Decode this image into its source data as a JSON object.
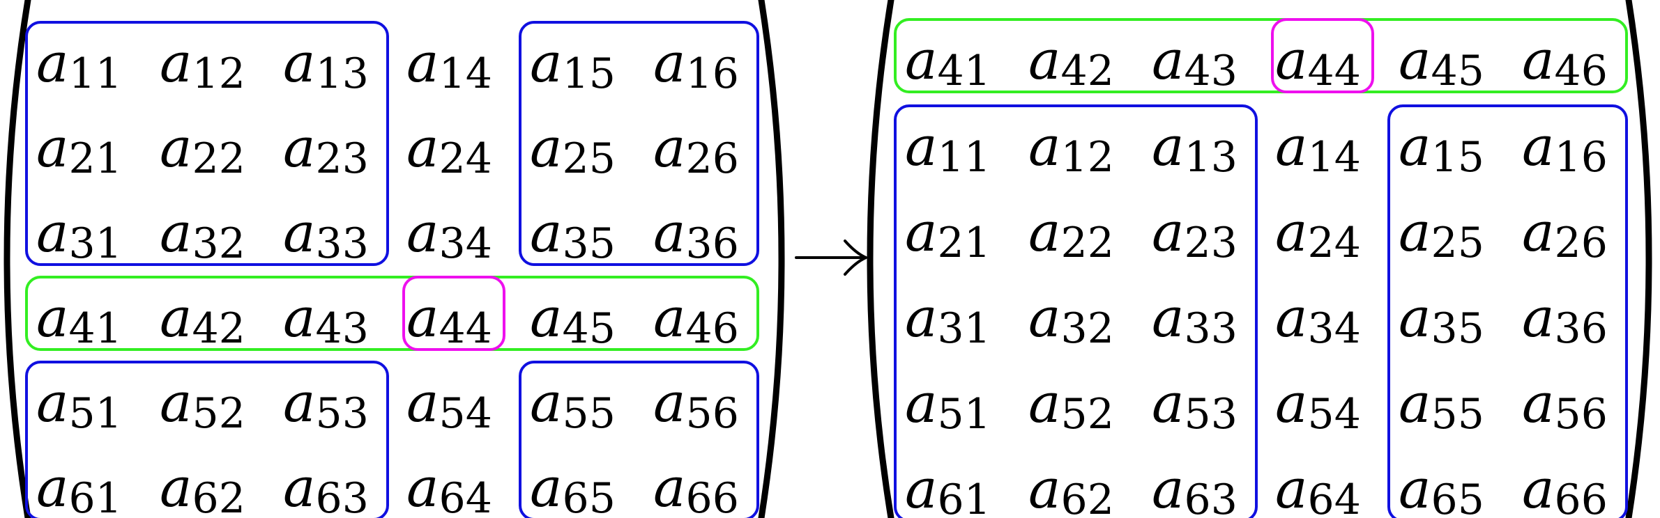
{
  "symbol": "a",
  "arrow": "→",
  "left_matrix": {
    "rows": [
      [
        "11",
        "12",
        "13",
        "14",
        "15",
        "16"
      ],
      [
        "21",
        "22",
        "23",
        "24",
        "25",
        "26"
      ],
      [
        "31",
        "32",
        "33",
        "34",
        "35",
        "36"
      ],
      [
        "41",
        "42",
        "43",
        "44",
        "45",
        "46"
      ],
      [
        "51",
        "52",
        "53",
        "54",
        "55",
        "56"
      ],
      [
        "61",
        "62",
        "63",
        "64",
        "65",
        "66"
      ]
    ],
    "highlights": [
      {
        "color": "blue",
        "rows": [
          0,
          2
        ],
        "cols": [
          0,
          2
        ]
      },
      {
        "color": "blue",
        "rows": [
          0,
          2
        ],
        "cols": [
          4,
          5
        ]
      },
      {
        "color": "green",
        "rows": [
          3,
          3
        ],
        "cols": [
          0,
          5
        ]
      },
      {
        "color": "magenta",
        "rows": [
          3,
          3
        ],
        "cols": [
          3,
          3
        ]
      },
      {
        "color": "blue",
        "rows": [
          4,
          5
        ],
        "cols": [
          0,
          2
        ]
      },
      {
        "color": "blue",
        "rows": [
          4,
          5
        ],
        "cols": [
          4,
          5
        ]
      }
    ]
  },
  "right_matrix": {
    "rows": [
      [
        "41",
        "42",
        "43",
        "44",
        "45",
        "46"
      ],
      [
        "11",
        "12",
        "13",
        "14",
        "15",
        "16"
      ],
      [
        "21",
        "22",
        "23",
        "24",
        "25",
        "26"
      ],
      [
        "31",
        "32",
        "33",
        "34",
        "35",
        "36"
      ],
      [
        "51",
        "52",
        "53",
        "54",
        "55",
        "56"
      ],
      [
        "61",
        "62",
        "63",
        "64",
        "65",
        "66"
      ]
    ],
    "highlights": [
      {
        "color": "green",
        "rows": [
          0,
          0
        ],
        "cols": [
          0,
          5
        ]
      },
      {
        "color": "magenta",
        "rows": [
          0,
          0
        ],
        "cols": [
          3,
          3
        ]
      },
      {
        "color": "blue",
        "rows": [
          1,
          5
        ],
        "cols": [
          0,
          2
        ]
      },
      {
        "color": "blue",
        "rows": [
          1,
          5
        ],
        "cols": [
          4,
          5
        ]
      }
    ]
  },
  "colors": {
    "blue": "#1010e0",
    "green": "#33ee22",
    "magenta": "#ee10ee"
  }
}
